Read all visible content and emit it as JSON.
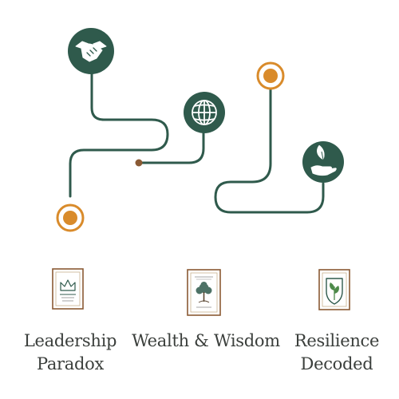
{
  "palette": {
    "green": "#2f5a4c",
    "orange": "#d98b2b",
    "brown": "#8a5a34",
    "text": "#3b3f3c"
  },
  "nodes": [
    {
      "name": "handshake-icon",
      "kind": "icon-circle"
    },
    {
      "name": "globe-icon",
      "kind": "icon-circle"
    },
    {
      "name": "hand-leaf-icon",
      "kind": "icon-circle"
    },
    {
      "name": "start-marker",
      "kind": "target"
    },
    {
      "name": "end-marker",
      "kind": "target"
    }
  ],
  "books": [
    {
      "icon": "crown-book-icon",
      "title_lines": [
        "Leadership",
        "Paradox"
      ]
    },
    {
      "icon": "tree-book-icon",
      "title_lines": [
        "Wealth & Wisdom"
      ]
    },
    {
      "icon": "shield-leaf-book-icon",
      "title_lines": [
        "Resilience",
        "Decoded"
      ]
    }
  ]
}
